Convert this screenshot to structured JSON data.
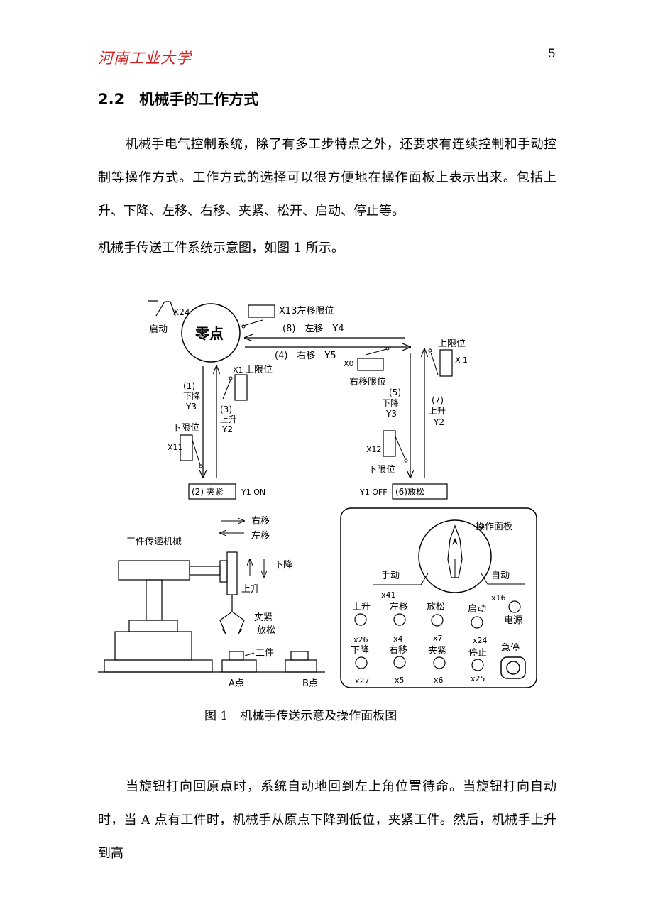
{
  "header": {
    "school": "河南工业大学",
    "page_number": "5"
  },
  "section_title": "2.2　机械手的工作方式",
  "paragraph1": "机械手电气控制系统，除了有多工步特点之外，还要求有连续控制和手动控制等操作方式。工作方式的选择可以很方便地在操作面板上表示出来。包括上升、下降、左移、右移、夹紧、松开、启动、停止等。",
  "paragraph2": "机械手传送工件系统示意图，如图 1 所示。",
  "diagram": {
    "zero_point": "零点",
    "start_switch": "启动",
    "x24": "X24",
    "x13_label": "X13左移限位",
    "step8": "(8)　左移　Y4",
    "step4": "(4)　右移　Y5",
    "x0": "X0",
    "right_limit": "右移限位",
    "upper_limit_left": "上限位",
    "x1_left": "X1",
    "step1": [
      "(1)",
      "下降",
      "Y3"
    ],
    "step3": [
      "(3)",
      "上升",
      "Y2"
    ],
    "lower_limit_left": "下限位",
    "x11": "X11",
    "step2": "(2) 夹紧",
    "y1_on": "Y1 ON",
    "upper_limit_right": "上限位",
    "x1_right": "X 1",
    "step5": [
      "(5)",
      "下降",
      "Y3"
    ],
    "step7": [
      "(7)",
      "上升",
      "Y2"
    ],
    "x12": "X12",
    "lower_limit_right": "下限位",
    "y1_off": "Y1 OFF",
    "step6": "(6)放松",
    "move_right": "右移",
    "move_left": "左移",
    "transfer_machine": "工件传递机械",
    "down": "下降",
    "up": "上升",
    "clamp": "夹紧",
    "release": "放松",
    "workpiece": "工件",
    "point_a": "A点",
    "point_b": "B点"
  },
  "panel": {
    "title": "操作面板",
    "manual": "手动",
    "auto": "自动",
    "buttons": [
      {
        "label": "上升",
        "code": "x26"
      },
      {
        "label": "左移",
        "code": "x4"
      },
      {
        "label": "放松",
        "code": "x7"
      },
      {
        "label": "启动",
        "code": "x24"
      },
      {
        "label": "下降",
        "code": "x27"
      },
      {
        "label": "右移",
        "code": "x5"
      },
      {
        "label": "夹紧",
        "code": "x6"
      },
      {
        "label": "停止",
        "code": "x25"
      }
    ],
    "code_x41": "x41",
    "code_x16": "x16",
    "power": "电源",
    "estop": "急停"
  },
  "caption": "图 1　机械手传送示意及操作面板图",
  "paragraph3": "当旋钮打向回原点时，系统自动地回到左上角位置待命。当旋钮打向自动时，当 A 点有工件时，机械手从原点下降到低位，夹紧工件。然后，机械手上升到高"
}
